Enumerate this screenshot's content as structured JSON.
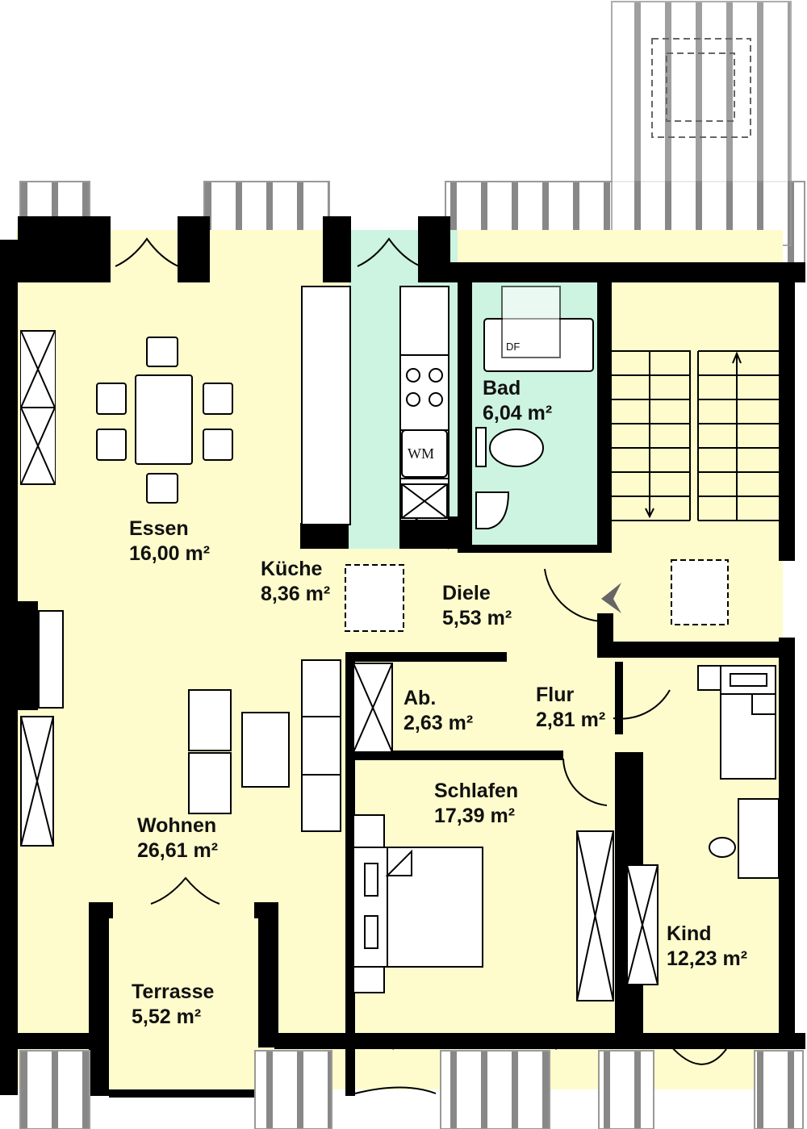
{
  "colors": {
    "living": "#fefccc",
    "wet": "#ccf4e1",
    "wall": "#000000",
    "balcony_stripe": "#888888"
  },
  "rooms": [
    {
      "name": "Essen",
      "area": "16,00 m²"
    },
    {
      "name": "Küche",
      "area": "8,36 m²"
    },
    {
      "name": "Bad",
      "area": "6,04 m²"
    },
    {
      "name": "Diele",
      "area": "5,53 m²"
    },
    {
      "name": "Ab.",
      "area": "2,63 m²"
    },
    {
      "name": "Flur",
      "area": "2,81 m²"
    },
    {
      "name": "Schlafen",
      "area": "17,39 m²"
    },
    {
      "name": "Wohnen",
      "area": "26,61 m²"
    },
    {
      "name": "Kind",
      "area": "12,23 m²"
    },
    {
      "name": "Terrasse",
      "area": "5,52 m²"
    }
  ],
  "fixtures": {
    "bathtub_label": "DF",
    "washing_machine_label": "WM"
  }
}
